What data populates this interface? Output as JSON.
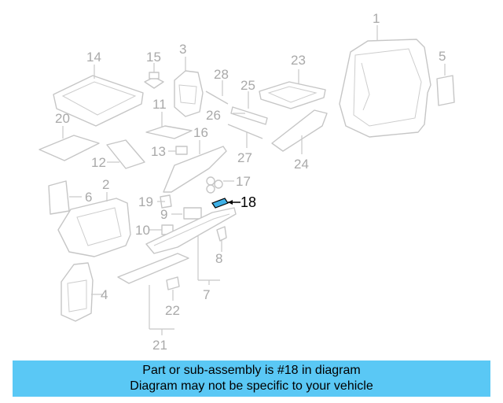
{
  "diagram": {
    "highlighted_part": "18",
    "highlight_color": "#3fb0e6",
    "callouts": [
      "1",
      "2",
      "3",
      "4",
      "5",
      "6",
      "7",
      "8",
      "9",
      "10",
      "11",
      "12",
      "13",
      "14",
      "15",
      "16",
      "17",
      "18",
      "19",
      "20",
      "21",
      "22",
      "23",
      "24",
      "25",
      "26",
      "27",
      "28"
    ]
  },
  "banner": {
    "line1": "Part or sub-assembly is #18 in diagram",
    "line2": "Diagram may not be specific to your vehicle",
    "background": "#5ac8f5"
  }
}
